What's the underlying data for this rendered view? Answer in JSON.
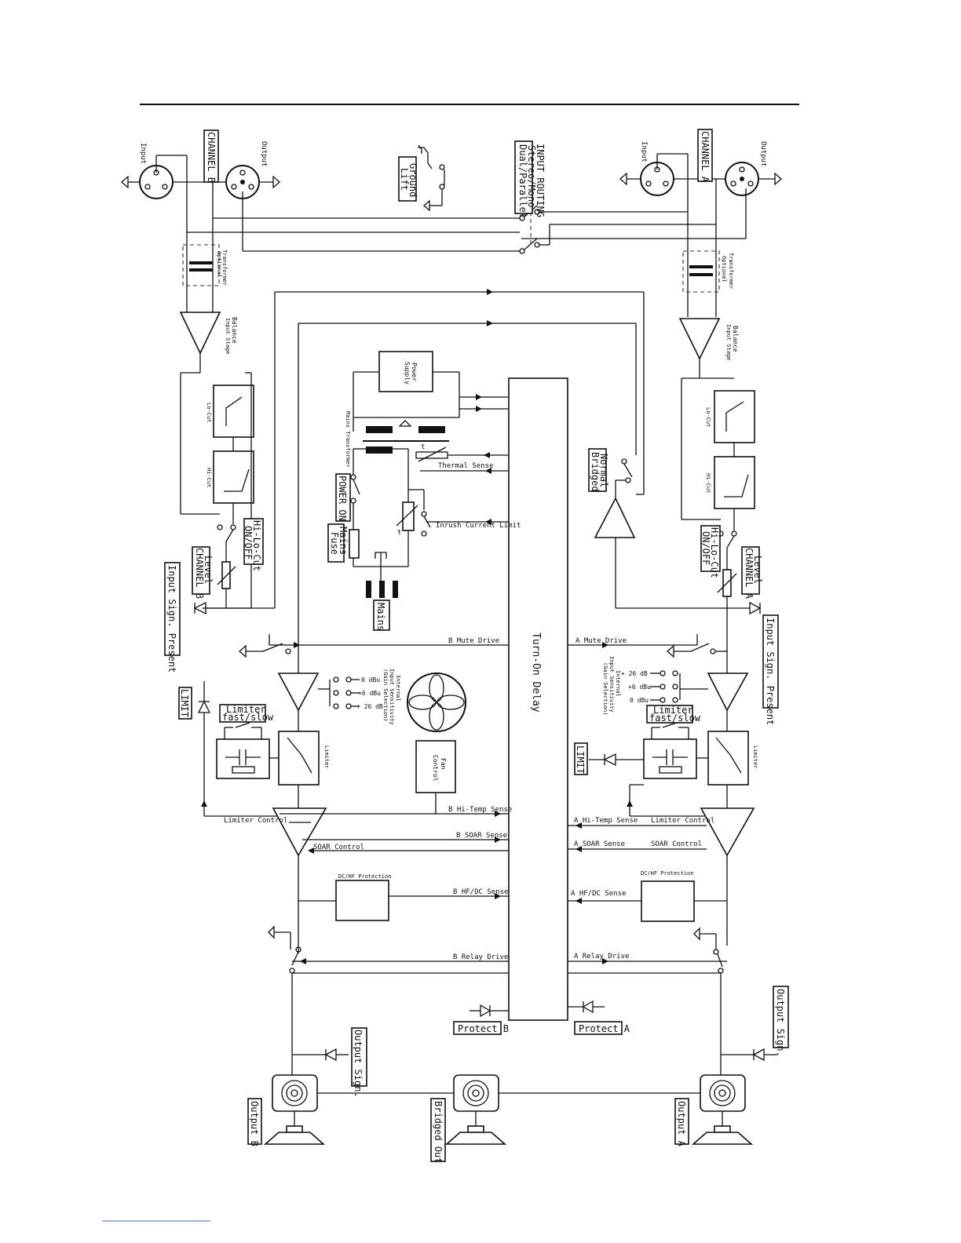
{
  "diagram": {
    "channel_b": {
      "channel": "CHANNEL B",
      "input": "Input",
      "output": "Output",
      "transformer": [
        "Transformer",
        "Optional"
      ],
      "balance": [
        "Balance",
        "Input Stage"
      ],
      "lo_cut": "Lo-Cut",
      "hi_cut": "Hi-Cut",
      "hi_lo_cut": [
        "Hi-Lo-Cut",
        "ON/OFF"
      ],
      "level": [
        "Level",
        "CHANNEL B"
      ],
      "input_sign_present": "Input Sign. Present",
      "mute_drive": "B Mute Drive",
      "limit": "LIMIT",
      "limiter_switch": [
        "Limiter",
        "fast/slow"
      ],
      "limiter": "Limiter",
      "limiter_control": "Limiter Control",
      "soar_control": "SOAR Control",
      "hi_temp_sense": "B Hi-Temp Sense",
      "soar_sense": "B SOAR Sense",
      "dc_hf_protection": "DC/HF Protection",
      "hf_dc_sense": "B HF/DC Sense",
      "relay_drive": "B Relay Drive",
      "protect": "Protect B",
      "output_sign": "Output Sign.",
      "output_label": "Output B",
      "sens_0": "0 dBu",
      "sens_6": "+6 dBu",
      "sens_26": "+ 26 dB",
      "gain_selection": [
        "Internal",
        "Input Sensitivity",
        "(Gain Selection)"
      ]
    },
    "channel_a": {
      "channel": "CHANNEL A",
      "input": "Input",
      "output": "Output",
      "transformer": [
        "Transformer",
        "Optional"
      ],
      "balance": [
        "Balance",
        "Input Stage"
      ],
      "lo_cut": "Lo-Cut",
      "hi_cut": "Hi-Cut",
      "hi_lo_cut": [
        "Hi-Lo-Cut",
        "ON/OFF"
      ],
      "level": [
        "Level",
        "CHANNEL A"
      ],
      "input_sign_present": "Input Sign. Present",
      "mute_drive": "A Mute Drive",
      "limit": "LIMIT",
      "limiter_switch": [
        "Limiter",
        "fast/slow"
      ],
      "limiter": "Limiter",
      "limiter_control": "Limiter Control",
      "soar_control": "SOAR Control",
      "hi_temp_sense": "A Hi-Temp Sense",
      "soar_sense": "A SOAR Sense",
      "dc_hf_protection": "DC/HF Protection",
      "hf_dc_sense": "A HF/DC Sense",
      "relay_drive": "A Relay Drive",
      "protect": "Protect A",
      "output_sign": "Output Sign.",
      "output_label": "Output A",
      "sens_0": "0 dBu",
      "sens_6": "+6 dBu",
      "sens_26": "+ 26 dB",
      "gain_selection": [
        "Internal",
        "Input Sensitivity",
        "(Gain Selection)"
      ]
    },
    "center": {
      "input_routing": [
        "INPUT ROUTING",
        "Stereo/Mono",
        "Dual/Parallel"
      ],
      "ground_lift": [
        "Ground",
        "Lift"
      ],
      "power_supply": [
        "Power",
        "Supply"
      ],
      "mains_transformer": "Mains Transformer",
      "thermal_sense": "Thermal Sense",
      "inrush_current_limit": "Inrush Current Limit",
      "power_on": "POWER ON",
      "mains_fuse": [
        "Mains",
        "Fuse"
      ],
      "mains": "Mains",
      "turn_on_delay": "Turn-On Delay",
      "fan_control": [
        "Fan",
        "Control"
      ],
      "normal_bridged": [
        "Normal",
        "Bridged"
      ],
      "bridged_out": "Bridged Out",
      "temp_t": "t"
    }
  }
}
